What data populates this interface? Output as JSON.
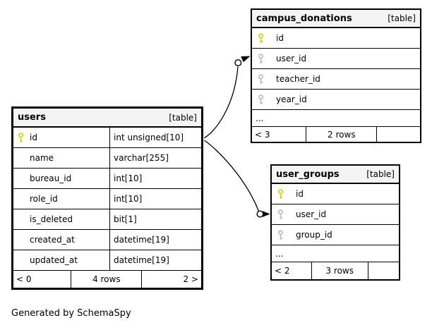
{
  "note": "Generated by SchemaSpy",
  "colors": {
    "header_bg": "#f4f4f4",
    "pk_color": "#d6d400",
    "fk_color": "#bdbdbd",
    "line_color": "#000000"
  },
  "tables": [
    {
      "name": "campus_donations",
      "tag": "[table]",
      "columns": [
        {
          "name": "id",
          "key": "primary"
        },
        {
          "name": "user_id",
          "key": "foreign"
        },
        {
          "name": "teacher_id",
          "key": "foreign"
        },
        {
          "name": "year_id",
          "key": "foreign"
        }
      ],
      "more_indicator": "...",
      "footer": {
        "parents": "< 3",
        "rows": "2 rows",
        "children": ""
      }
    },
    {
      "name": "users",
      "tag": "[table]",
      "columns": [
        {
          "name": "id",
          "key": "primary",
          "type": "int unsigned[10]"
        },
        {
          "name": "name",
          "key": "",
          "type": "varchar[255]"
        },
        {
          "name": "bureau_id",
          "key": "",
          "type": "int[10]"
        },
        {
          "name": "role_id",
          "key": "",
          "type": "int[10]"
        },
        {
          "name": "is_deleted",
          "key": "",
          "type": "bit[1]"
        },
        {
          "name": "created_at",
          "key": "",
          "type": "datetime[19]"
        },
        {
          "name": "updated_at",
          "key": "",
          "type": "datetime[19]"
        }
      ],
      "footer": {
        "parents": "< 0",
        "rows": "4 rows",
        "children": "2 >"
      }
    },
    {
      "name": "user_groups",
      "tag": "[table]",
      "columns": [
        {
          "name": "id",
          "key": "primary"
        },
        {
          "name": "user_id",
          "key": "foreign"
        },
        {
          "name": "group_id",
          "key": "foreign"
        }
      ],
      "more_indicator": "...",
      "footer": {
        "parents": "< 2",
        "rows": "3 rows",
        "children": ""
      }
    }
  ],
  "relationships": [
    {
      "from": "users.id",
      "to": "campus_donations.user_id"
    },
    {
      "from": "users.id",
      "to": "user_groups.user_id"
    }
  ]
}
